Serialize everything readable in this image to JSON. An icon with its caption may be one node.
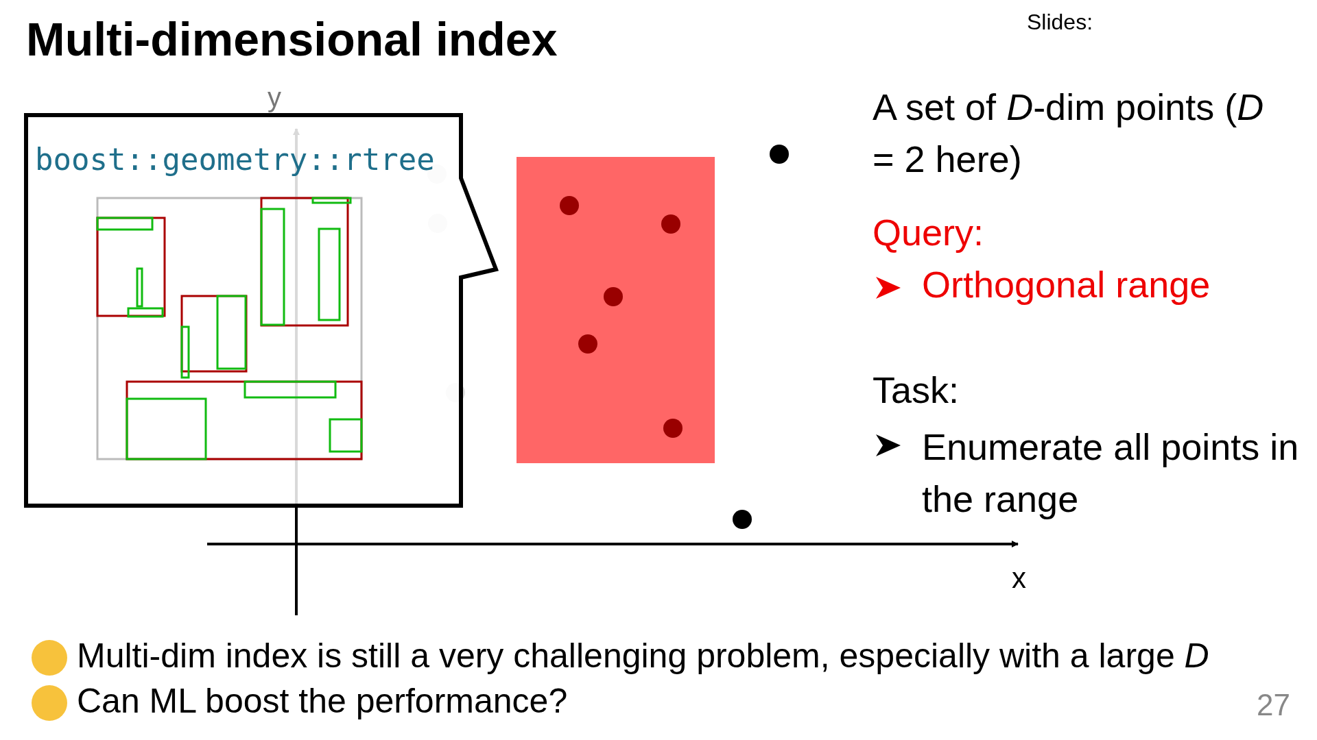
{
  "diagram": {
    "title": "Multi-dimensional index",
    "nodes": [
      {
        "text": [
          "boost::geometry::rtree"
        ]
      }
    ],
    "edges": [],
    "labels": [
      "Slides:",
      "y",
      "A set of *D*-dim points (*D* = 2 here)",
      "Query:",
      "Orthogonal range",
      "Task:",
      "Enumerate all points in the range",
      "x",
      "Multi-dim index is still a very challenging problem, especially with a large *D*",
      "Can ML boost the performance?",
      "27"
    ]
  }
}
